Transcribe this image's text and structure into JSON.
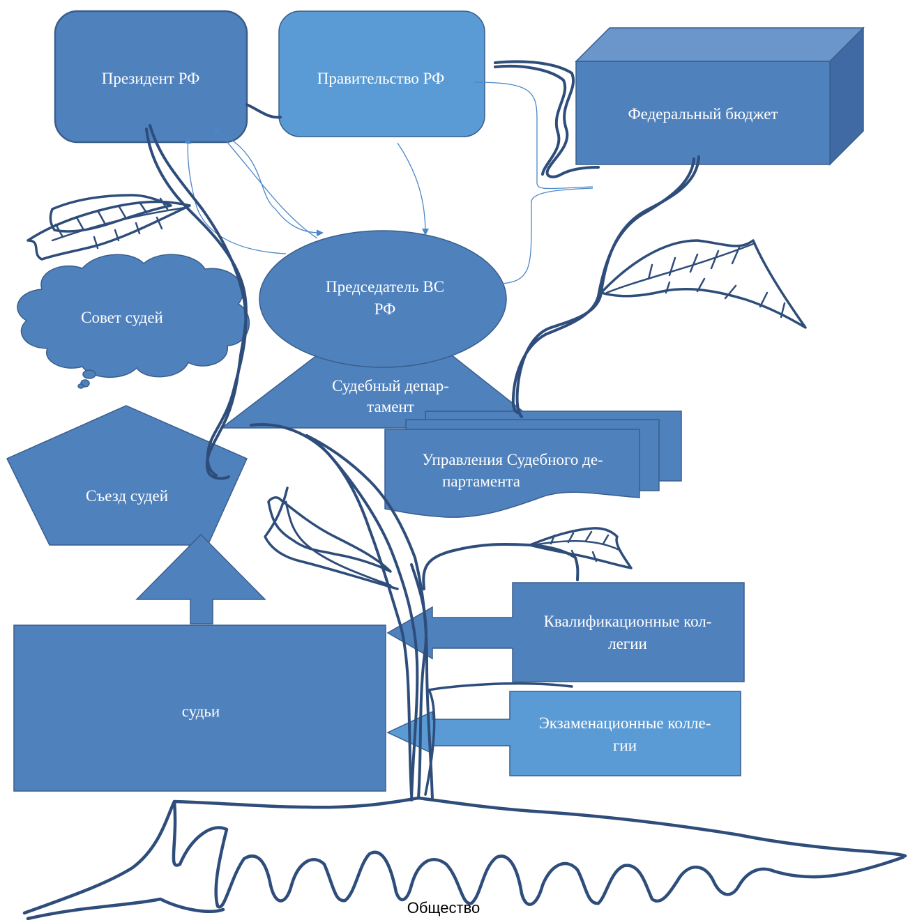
{
  "colors": {
    "dark_fill": "#4f81bd",
    "light_fill": "#5b9bd5",
    "outline": "#395e8c",
    "tree_stroke": "#2e4d7a",
    "connector": "#4a86c8",
    "label_text": "#ffffff",
    "bottom_text": "#000000"
  },
  "nodes": {
    "president": {
      "label": "Президент РФ",
      "shape": "rounded-rect"
    },
    "government": {
      "label": "Правительство РФ",
      "shape": "rounded-rect"
    },
    "federal_budget": {
      "label": "Федеральный бюджет",
      "shape": "cube"
    },
    "chairman": {
      "label_line1": "Председатель  ВС",
      "label_line2": "РФ",
      "shape": "ellipse"
    },
    "council": {
      "label": "Совет судей",
      "shape": "cloud"
    },
    "judicial_department": {
      "label_line1": "Судебный депар-",
      "label_line2": "тамент",
      "shape": "trapezoid"
    },
    "department_offices": {
      "label_line1": "Управления Судебного де-",
      "label_line2": "партамента",
      "shape": "multi-document"
    },
    "congress": {
      "label": "Съезд судей",
      "shape": "pentagon"
    },
    "judges": {
      "label": "судьи",
      "shape": "rectangle"
    },
    "qualification_boards": {
      "label_line1": "Квалификационные кол-",
      "label_line2": "легии",
      "shape": "left-arrow-callout"
    },
    "exam_boards": {
      "label_line1": "Экзаменационные колле-",
      "label_line2": "гии",
      "shape": "left-arrow-callout"
    }
  },
  "footer": {
    "label": "Общество"
  },
  "icons": {
    "tree": "tree-trunk-branches-roots-drawing",
    "leaves": "leaf-icon"
  }
}
